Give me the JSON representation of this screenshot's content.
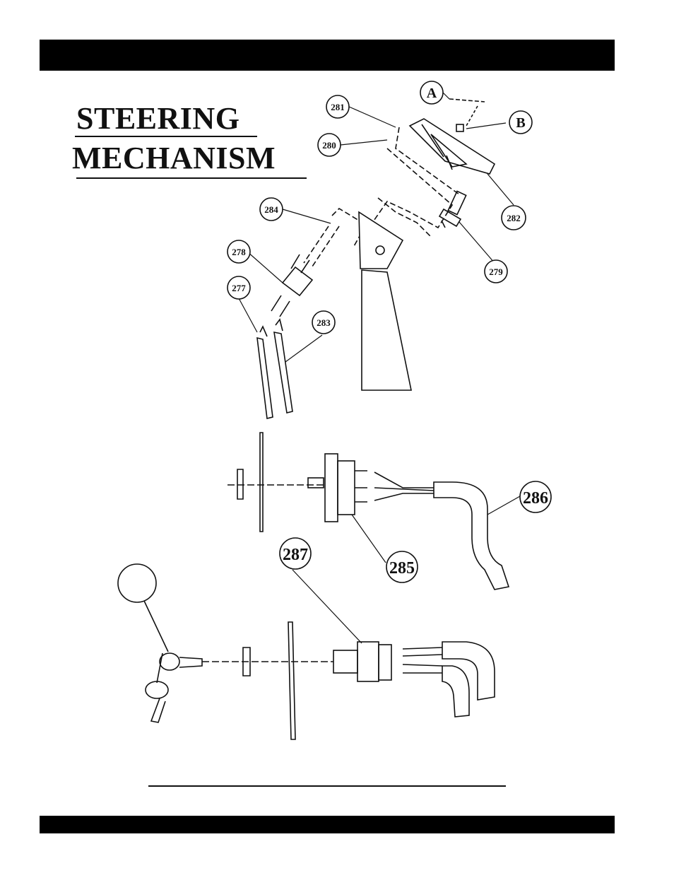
{
  "page": {
    "title_line1": "STEERING",
    "title_line2": "MECHANISM"
  },
  "callouts": {
    "A": "A",
    "B": "B",
    "c281": "281",
    "c280": "280",
    "c282": "282",
    "c284": "284",
    "c279": "279",
    "c278": "278",
    "c277": "277",
    "c283": "283",
    "c286": "286",
    "c285": "285",
    "c287": "287"
  },
  "colors": {
    "ink": "#111111",
    "bar": "#000000"
  }
}
